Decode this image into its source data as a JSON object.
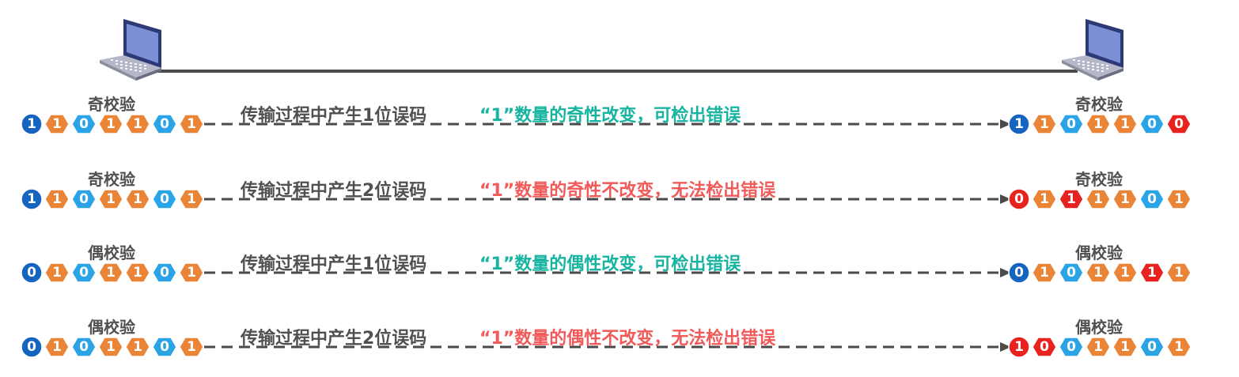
{
  "colors": {
    "parity_blue": "#1564c0",
    "bit_orange": "#ea8538",
    "bit_blue": "#2aa4e6",
    "error_red": "#e8231f",
    "ok_teal": "#18b4a2",
    "bad_red": "#f25a5a",
    "line": "#4a4a4a"
  },
  "icons": {
    "sender": "laptop-icon",
    "receiver": "laptop-icon"
  },
  "rows": [
    {
      "sender_label": "奇校验",
      "receiver_label": "奇校验",
      "process_text": "传输过程中产生1位误码",
      "result_text": "“1”数量的奇性改变，可检出错误",
      "result_status": "ok",
      "sent": {
        "parity": "1",
        "data": [
          "1",
          "0",
          "1",
          "1",
          "0",
          "1"
        ]
      },
      "received": {
        "parity": "1",
        "data": [
          "1",
          "0",
          "1",
          "1",
          "0",
          "0"
        ],
        "errors": [
          6
        ]
      }
    },
    {
      "sender_label": "奇校验",
      "receiver_label": "奇校验",
      "process_text": "传输过程中产生2位误码",
      "result_text": "“1”数量的奇性不改变，无法检出错误",
      "result_status": "bad",
      "sent": {
        "parity": "1",
        "data": [
          "1",
          "0",
          "1",
          "1",
          "0",
          "1"
        ]
      },
      "received": {
        "parity": "0",
        "data": [
          "1",
          "1",
          "1",
          "1",
          "0",
          "1"
        ],
        "errors": [
          0,
          2
        ]
      }
    },
    {
      "sender_label": "偶校验",
      "receiver_label": "偶校验",
      "process_text": "传输过程中产生1位误码",
      "result_text": "“1”数量的偶性改变，可检出错误",
      "result_status": "ok",
      "sent": {
        "parity": "0",
        "data": [
          "1",
          "0",
          "1",
          "1",
          "0",
          "1"
        ]
      },
      "received": {
        "parity": "0",
        "data": [
          "1",
          "0",
          "1",
          "1",
          "1",
          "1"
        ],
        "errors": [
          5
        ]
      }
    },
    {
      "sender_label": "偶校验",
      "receiver_label": "偶校验",
      "process_text": "传输过程中产生2位误码",
      "result_text": "“1”数量的偶性不改变，无法检出错误",
      "result_status": "bad",
      "sent": {
        "parity": "0",
        "data": [
          "1",
          "0",
          "1",
          "1",
          "0",
          "1"
        ]
      },
      "received": {
        "parity": "1",
        "data": [
          "0",
          "0",
          "1",
          "1",
          "0",
          "1"
        ],
        "errors": [
          0,
          1
        ]
      }
    }
  ]
}
